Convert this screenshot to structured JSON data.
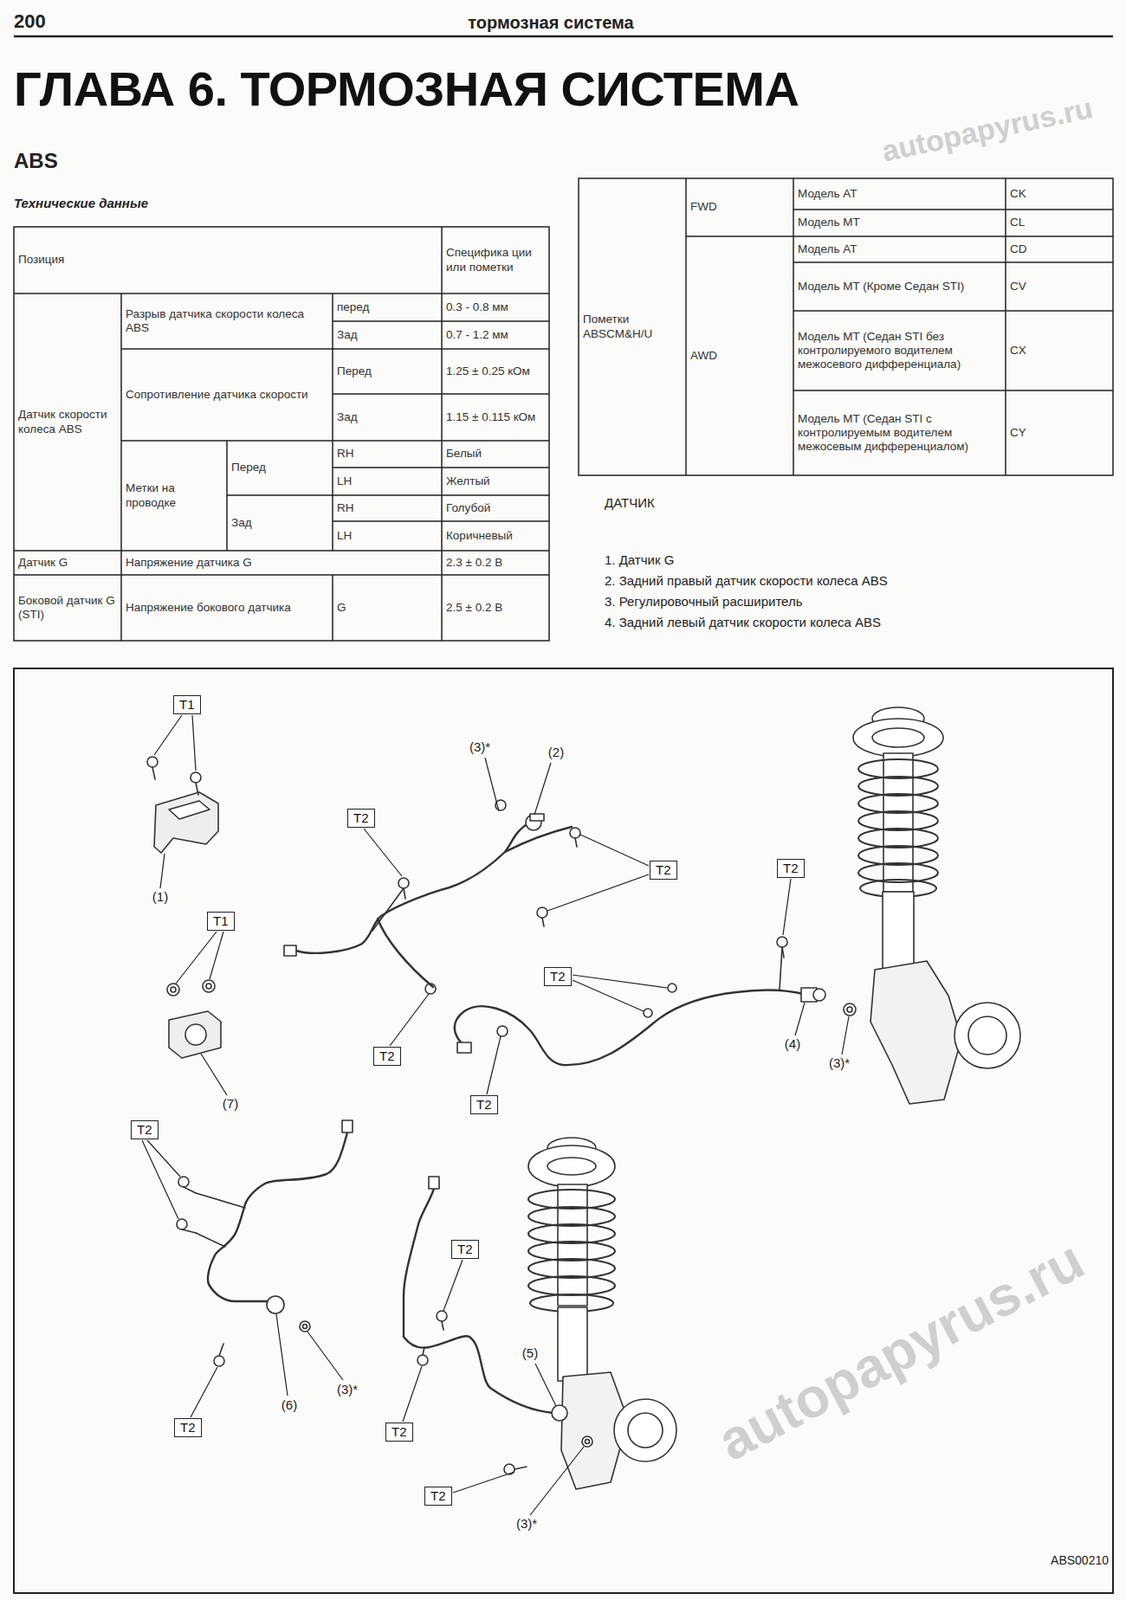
{
  "diagram": {
    "title": "ГЛАВА 6. ТОРМОЗНАЯ СИСТЕМА",
    "nodes": [
      {
        "text": [
          "T1"
        ]
      },
      {
        "text": [
          "T2"
        ]
      },
      {
        "text": [
          "T2"
        ]
      },
      {
        "text": [
          "T2"
        ]
      },
      {
        "text": [
          "T1"
        ]
      },
      {
        "text": [
          "T2"
        ]
      },
      {
        "text": [
          "T2"
        ]
      },
      {
        "text": [
          "T2"
        ]
      },
      {
        "text": [
          "T2"
        ]
      },
      {
        "text": [
          "T2"
        ]
      },
      {
        "text": [
          "T2"
        ]
      },
      {
        "text": [
          "T2"
        ]
      },
      {
        "text": [
          "T2"
        ]
      }
    ],
    "labels": [
      "200",
      "тормозная система",
      "ABS",
      "Технические данные",
      "Позиция",
      "Специфика ции или пометки",
      "Датчик скорости колеса ABS",
      "Разрыв датчика скорости колеса ABS",
      "перед",
      "0.3 - 0.8 мм",
      "Зад",
      "0.7 - 1.2 мм",
      "Сопротивление датчика скорости",
      "Перед",
      "1.25 ± 0.25 кОм",
      "Зад",
      "1.15 ± 0.115 кОм",
      "Метки на проводке",
      "Перед",
      "RH",
      "Белый",
      "LH",
      "Желтый",
      "Зад",
      "RH",
      "Голубой",
      "LH",
      "Коричневый",
      "Датчик G",
      "Напряжение датчика G",
      "2.3 ± 0.2 В",
      "Боковой датчик G (STI)",
      "Напряжение бокового датчика",
      "G",
      "2.5 ± 0.2 В",
      "Пометки ABSCM&H/U",
      "FWD",
      "Модель AT",
      "CK",
      "Модель MT",
      "CL",
      "AWD",
      "Модель AT",
      "CD",
      "Модель MT (Кроме Седан STI)",
      "CV",
      "Модель MT (Седан STI без контролируемого водителем межосевого дифференциала)",
      "CX",
      "Модель MT (Седан STI с контролируемым водителем межосевым дифференциалом)",
      "CY",
      "ДАТЧИК",
      "1. Датчик G",
      "2. Задний правый датчик скорости колеса ABS",
      "3. Регулировочный расширитель",
      "4. Задний левый датчик скорости колеса ABS",
      "(1)",
      "(3)*",
      "(2)",
      "(7)",
      "(4)",
      "(3)*",
      "(6)",
      "(3)*",
      "(5)",
      "(3)*",
      "ABS00210",
      "autopapyrus.ru",
      "autopapyrus.ru"
    ]
  }
}
